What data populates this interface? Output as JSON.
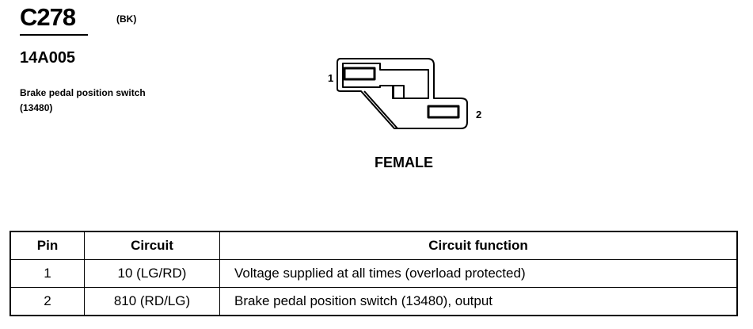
{
  "connector": {
    "id": "C278",
    "color_code": "(BK)",
    "part_number": "14A005",
    "description": "Brake pedal position switch (13480)",
    "gender": "FEMALE",
    "pin_labels": [
      "1",
      "2"
    ]
  },
  "table": {
    "headers": {
      "pin": "Pin",
      "circuit": "Circuit",
      "function": "Circuit function"
    },
    "rows": [
      {
        "pin": "1",
        "circuit": "10 (LG/RD)",
        "function": "Voltage supplied at all times (overload protected)"
      },
      {
        "pin": "2",
        "circuit": "810 (RD/LG)",
        "function": "Brake pedal position switch (13480), output"
      }
    ]
  }
}
